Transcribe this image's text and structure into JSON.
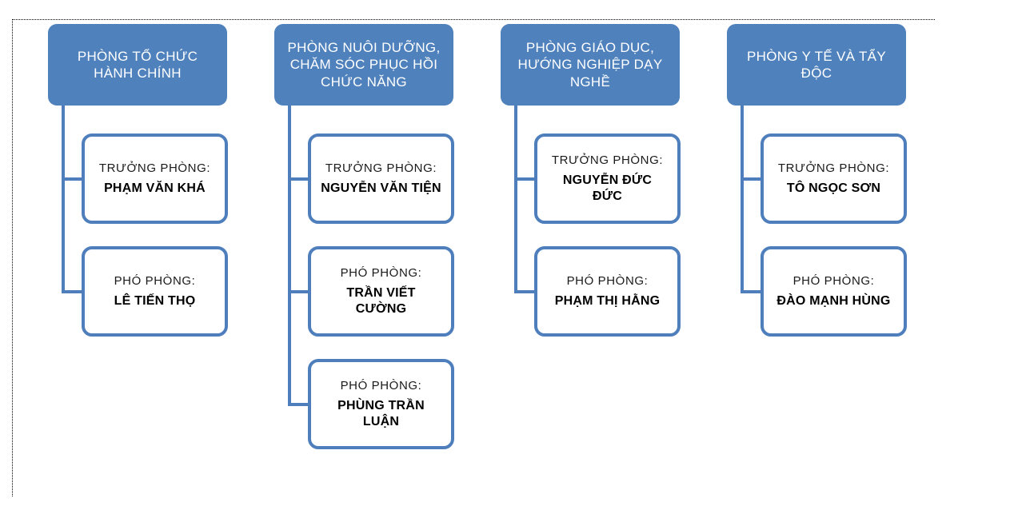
{
  "diagram": {
    "type": "org-chart",
    "colors": {
      "accent_fill": "#4F81BD",
      "box_border": "#4E7FBC",
      "header_text": "#FFFFFF",
      "body_text": "#000000"
    },
    "columns": [
      {
        "department": "PHÒNG TỔ CHỨC HÀNH CHÍNH",
        "members": [
          {
            "role": "TRƯỞNG PHÒNG:",
            "name": "PHẠM VĂN KHÁ"
          },
          {
            "role": "PHÓ PHÒNG:",
            "name": "LÊ TIẾN THỌ"
          }
        ]
      },
      {
        "department": "PHÒNG NUÔI DƯỠNG, CHĂM SÓC PHỤC HỒI CHỨC NĂNG",
        "members": [
          {
            "role": "TRƯỞNG PHÒNG:",
            "name": "NGUYỄN VĂN TIỆN"
          },
          {
            "role": "PHÓ PHÒNG:",
            "name": "TRẦN VIẾT CƯỜNG"
          },
          {
            "role": "PHÓ PHÒNG:",
            "name": "PHÙNG TRẦN LUẬN"
          }
        ]
      },
      {
        "department": "PHÒNG GIÁO DỤC, HƯỚNG NGHIỆP DẠY NGHỀ",
        "members": [
          {
            "role": "TRƯỞNG PHÒNG:",
            "name": "NGUYỄN ĐỨC ĐỨC"
          },
          {
            "role": "PHÓ PHÒNG:",
            "name": "PHẠM THỊ HẰNG"
          }
        ]
      },
      {
        "department": "PHÒNG Y TẾ VÀ TẨY ĐỘC",
        "members": [
          {
            "role": "TRƯỞNG PHÒNG:",
            "name": "TÔ NGỌC SƠN"
          },
          {
            "role": "PHÓ PHÒNG:",
            "name": "ĐÀO MẠNH HÙNG"
          }
        ]
      }
    ]
  }
}
